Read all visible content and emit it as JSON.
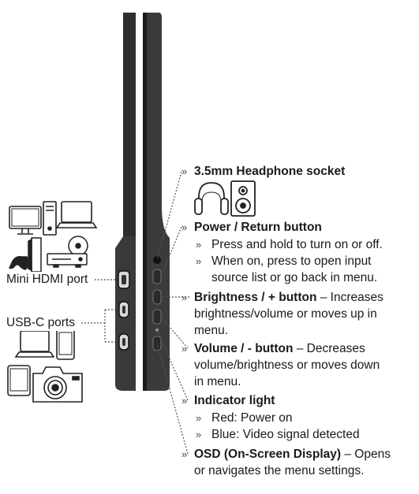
{
  "ports": {
    "mini_hdmi": "Mini HDMI port",
    "usb_c": "USB-C ports"
  },
  "callouts": {
    "headphone": {
      "title": "3.5mm Headphone socket"
    },
    "power": {
      "title": "Power / Return button",
      "bullets": [
        "Press and hold to turn on or off.",
        "When on, press to open input",
        "source list or go back in menu."
      ]
    },
    "brightness": {
      "title": "Brightness / + button",
      "desc_line1": " – Increases",
      "desc_line2": "brightness/volume or moves up in",
      "desc_line3": "menu."
    },
    "volume": {
      "title": "Volume / - button",
      "desc_line1": " – Decreases",
      "desc_line2": "volume/brightness or moves down",
      "desc_line3": "in menu."
    },
    "indicator": {
      "title": "Indicator light",
      "bullets": [
        "Red: Power on",
        "Blue: Video signal detected"
      ]
    },
    "osd": {
      "title": "OSD (On-Screen Display)",
      "desc_line1": " – Opens",
      "desc_line2": "or navigates the menu settings."
    }
  },
  "glyphs": {
    "chevron": "»"
  },
  "colors": {
    "device": "#3d3d3d",
    "device_edge": "#1f1f1f",
    "leader": "#555555"
  },
  "icons": [
    "desktop-computer-icon",
    "laptop-icon",
    "game-console-icon",
    "dvd-player-icon",
    "headphones-icon",
    "speaker-icon",
    "tablet-icon",
    "smartphone-icon",
    "camera-icon"
  ]
}
